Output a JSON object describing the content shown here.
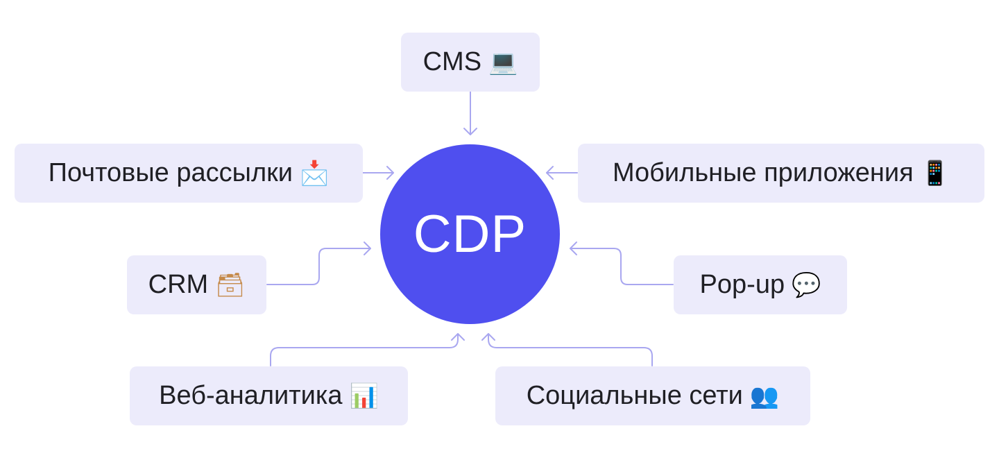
{
  "hub": {
    "label": "CDP"
  },
  "sources": {
    "cms": {
      "label": "CMS",
      "icon": "laptop-icon",
      "glyph": "💻"
    },
    "email": {
      "label": "Почтовые рассылки",
      "icon": "incoming-envelope-icon",
      "glyph": "📩"
    },
    "mobile": {
      "label": "Мобильные приложения",
      "icon": "mobile-phone-icon",
      "glyph": "📱"
    },
    "crm": {
      "label": "CRM",
      "icon": "card-file-box-icon",
      "glyph": "🗃"
    },
    "popup": {
      "label": "Pop-up",
      "icon": "speech-bubble-icon",
      "glyph": "💬"
    },
    "analytics": {
      "label": "Веб-аналитика",
      "icon": "bar-chart-icon",
      "glyph": "📊"
    },
    "social": {
      "label": "Социальные сети",
      "icon": "busts-in-silhouette-icon",
      "glyph": "👥"
    }
  },
  "colors": {
    "node_bg": "#ecebfb",
    "hub_bg": "#4f4fef",
    "connector": "#a9a7f0",
    "text": "#1f1f24"
  }
}
